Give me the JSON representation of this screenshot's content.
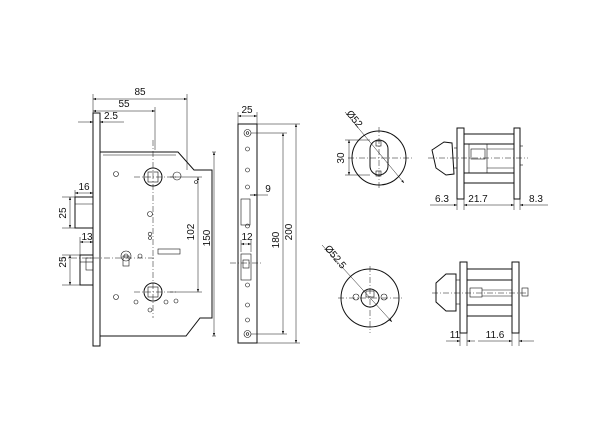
{
  "dimensions": {
    "lock_body": {
      "overall_width": "85",
      "backset": "55",
      "faceplate_offset": "2.5",
      "latch_length": "16",
      "latch_height": "25",
      "deadbolt_length": "13",
      "deadbolt_height": "25",
      "handle_to_cylinder": "102",
      "body_height": "150"
    },
    "faceplate": {
      "width": "25",
      "bolt_projection": "9",
      "bolt_width": "12",
      "screw_spacing": "180",
      "plate_height": "200"
    },
    "rose_top": {
      "diameter": "Ø52",
      "slot": "30"
    },
    "thumbturn_side": {
      "left_part": "6.3",
      "middle_part": "21.7",
      "right_part": "8.3"
    },
    "rose_bottom": {
      "diameter": "Ø52.5"
    },
    "escutcheon_side": {
      "left_part": "11",
      "right_part": "11.6"
    }
  }
}
